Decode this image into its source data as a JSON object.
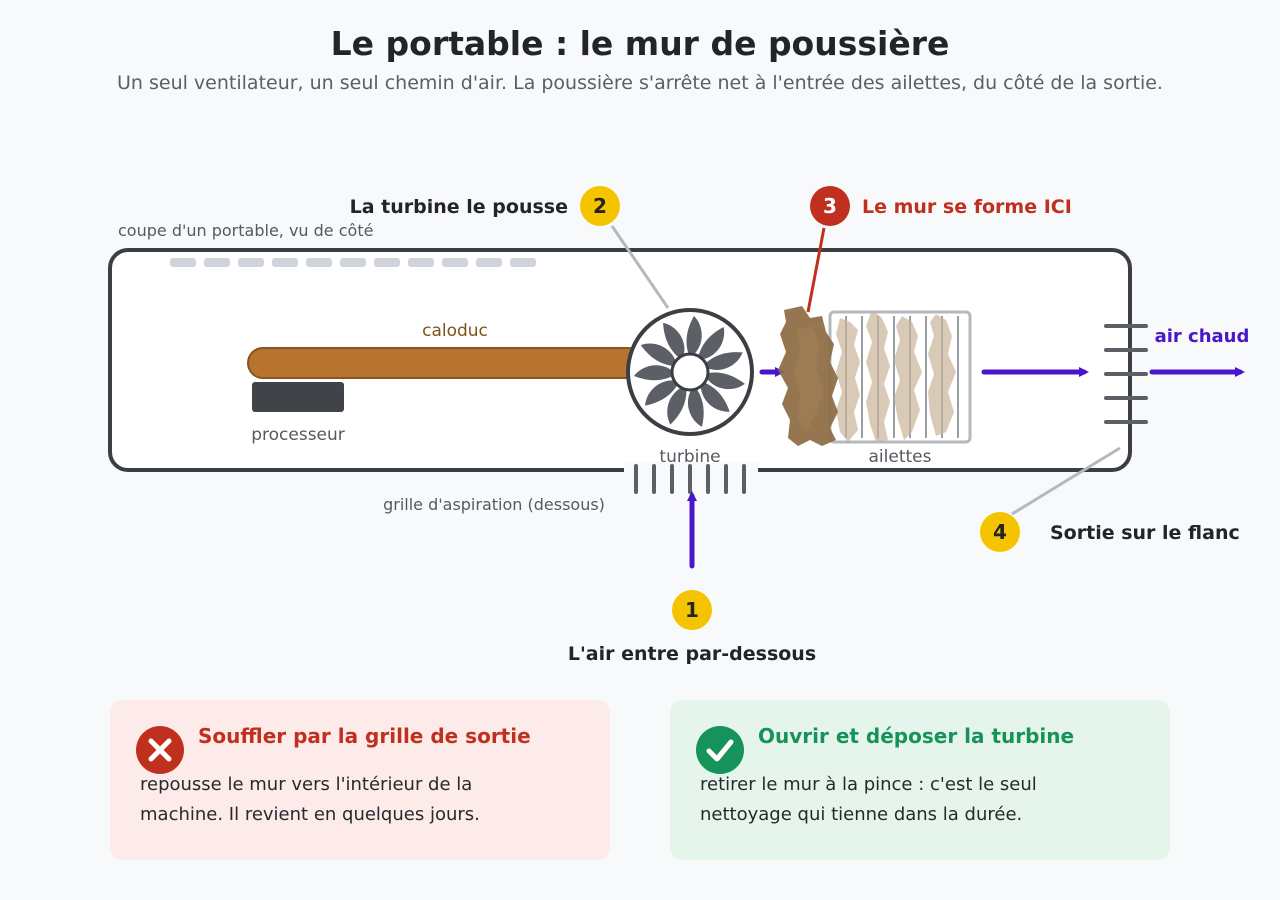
{
  "header": {
    "title": "Le portable : le mur de poussière",
    "subtitle": "Un seul ventilateur, un seul chemin d'air. La poussière s'arrête net à l'entrée des ailettes, du côté de la sortie."
  },
  "diagram": {
    "caption": "coupe d'un portable, vu de côté",
    "labels": {
      "heatpipe": "caloduc",
      "cpu": "processeur",
      "turbine": "turbine",
      "fins": "ailettes",
      "intake_grille": "grille d'aspiration (dessous)",
      "hot_air": "air chaud"
    },
    "steps": [
      {
        "number": "1",
        "text": "L'air entre par-dessous"
      },
      {
        "number": "2",
        "text": "La turbine le pousse"
      },
      {
        "number": "3",
        "text": "Le mur se forme ICI"
      },
      {
        "number": "4",
        "text": "Sortie sur le flanc"
      }
    ]
  },
  "cards": {
    "bad": {
      "icon": "cross-icon",
      "title": "Souffler par la grille de sortie",
      "text": "repousse le mur vers l'intérieur de la machine. Il revient en quelques jours."
    },
    "good": {
      "icon": "check-icon",
      "title": "Ouvrir et déposer la turbine",
      "text": "retirer le mur à la pince : c'est le seul nettoyage qui tienne dans la durée."
    }
  },
  "colors": {
    "accent_yellow": "#f5c400",
    "accent_red": "#c0301f",
    "airflow": "#4a16c9",
    "heatpipe": "#b8732e",
    "dust": "#8c6a42",
    "good": "#16935a"
  }
}
